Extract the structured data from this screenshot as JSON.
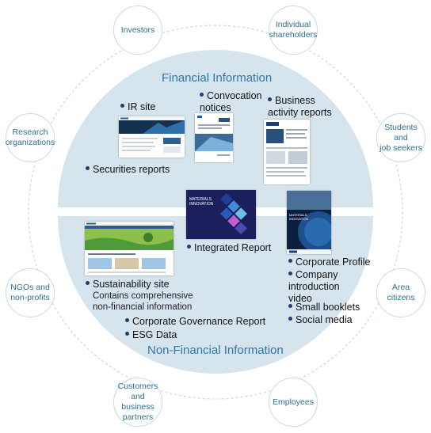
{
  "stakeholders": {
    "investors": "Investors",
    "individual_shareholders": "Individual\nshareholders",
    "students": "Students\nand\njob seekers",
    "area_citizens": "Area citizens",
    "employees": "Employees",
    "customers": "Customers\nand business\npartners",
    "ngos": "NGOs and\nnon-profits",
    "research": "Research\norganizations"
  },
  "financial": {
    "title": "Financial Information",
    "ir_site": "IR site",
    "convocation": "Convocation\nnotices",
    "business_reports": "Business\nactivity reports",
    "securities_reports": "Securities reports"
  },
  "shared": {
    "integrated_report": "Integrated Report",
    "integrated_cover_text": "MATERIALS INNOVATION",
    "profile_cover_text": "MATERIALS INNOVATION"
  },
  "nonfinancial": {
    "title": "Non-Financial Information",
    "sustainability_site": "Sustainability site",
    "sustainability_note": "Contains comprehensive\nnon-financial information",
    "governance_report": "Corporate Governance Report",
    "esg_data": "ESG Data",
    "corporate_profile": "Corporate Profile",
    "company_video": "Company\nintroduction\nvideo",
    "small_booklets": "Small booklets",
    "social_media": "Social media"
  },
  "colors": {
    "financial_fill": "#d6e4ee",
    "nonfinancial_fill": "#d6e4ee",
    "accent_text": "#2d78a6",
    "bullet": "#1f3f6e"
  }
}
